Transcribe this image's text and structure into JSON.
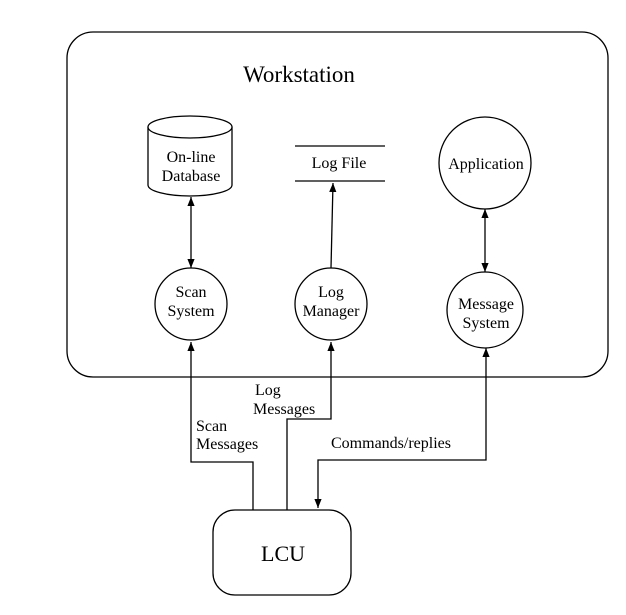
{
  "workstation": {
    "title": "Workstation",
    "database": {
      "line1": "On-line",
      "line2": "Database"
    },
    "log_file": {
      "label": "Log File"
    },
    "application": {
      "label": "Application"
    },
    "scan_system": {
      "line1": "Scan",
      "line2": "System"
    },
    "log_manager": {
      "line1": "Log",
      "line2": "Manager"
    },
    "message_system": {
      "line1": "Message",
      "line2": "System"
    }
  },
  "edges": {
    "scan_messages": {
      "line1": "Scan",
      "line2": "Messages"
    },
    "log_messages": {
      "line1": "Log",
      "line2": "Messages"
    },
    "commands_replies": {
      "label": "Commands/replies"
    }
  },
  "lcu": {
    "label": "LCU"
  }
}
